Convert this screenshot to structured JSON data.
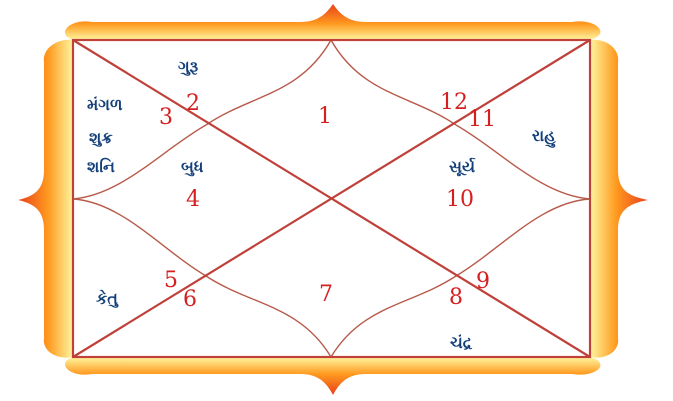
{
  "chart": {
    "houses": [
      {
        "number": "1"
      },
      {
        "number": "2"
      },
      {
        "number": "3"
      },
      {
        "number": "4"
      },
      {
        "number": "5"
      },
      {
        "number": "6"
      },
      {
        "number": "7"
      },
      {
        "number": "8"
      },
      {
        "number": "9"
      },
      {
        "number": "10"
      },
      {
        "number": "11"
      },
      {
        "number": "12"
      }
    ],
    "planets": {
      "guru": "ગુરૂ",
      "mangal": "મંગળ",
      "shukra": "શુક્ર",
      "shani": "શનિ",
      "budh": "બુધ",
      "surya": "સૂર્ય",
      "rahu": "રાહુ",
      "ketu": "કેતુ",
      "chandra": "ચંદ્ર"
    },
    "colors": {
      "frame_outer": "#e8401a",
      "frame_inner": "#ffd23a",
      "lines": "#c0403a",
      "numbers": "#d42020",
      "planets": "#14407a"
    }
  }
}
